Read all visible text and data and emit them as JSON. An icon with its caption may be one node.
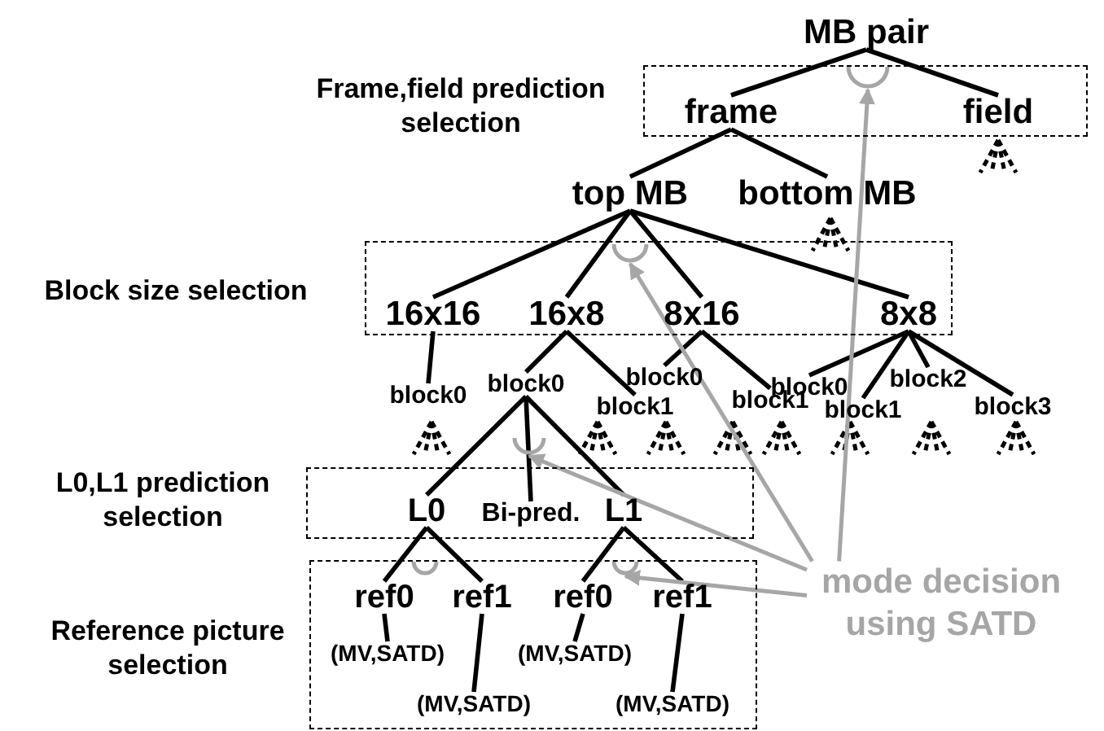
{
  "diagram": {
    "nodes": [
      {
        "text": [
          "MB pair"
        ]
      },
      {
        "text": [],
        "shape": "box"
      },
      {
        "text": [],
        "shape": "arc",
        "in": 1
      },
      {
        "text": [
          "frame"
        ],
        "in": 1
      },
      {
        "text": [
          "field"
        ],
        "in": 1
      },
      {
        "text": [
          "top MB"
        ]
      },
      {
        "text": [
          "bottom MB"
        ]
      },
      {
        "text": [],
        "shape": "box"
      },
      {
        "text": [],
        "shape": "arc",
        "in": 7
      },
      {
        "text": [
          "16x16"
        ],
        "in": 7
      },
      {
        "text": [
          "16x8"
        ],
        "in": 7
      },
      {
        "text": [
          "8x16"
        ],
        "in": 7
      },
      {
        "text": [
          "8x8"
        ],
        "in": 7
      },
      {
        "text": [
          "block0"
        ]
      },
      {
        "text": [
          "block0"
        ]
      },
      {
        "text": [
          "block1"
        ]
      },
      {
        "text": [
          "block0"
        ]
      },
      {
        "text": [
          "block1"
        ]
      },
      {
        "text": [
          "block0"
        ]
      },
      {
        "text": [
          "block1"
        ]
      },
      {
        "text": [
          "block2"
        ]
      },
      {
        "text": [
          "block3"
        ]
      },
      {
        "text": [],
        "shape": "arc"
      },
      {
        "text": [],
        "shape": "box"
      },
      {
        "text": [
          "L0"
        ],
        "in": 23
      },
      {
        "text": [
          "Bi-pred."
        ],
        "in": 23
      },
      {
        "text": [
          "L1"
        ],
        "in": 23
      },
      {
        "text": [],
        "shape": "box"
      },
      {
        "text": [],
        "shape": "arc",
        "in": 27
      },
      {
        "text": [],
        "shape": "arc",
        "in": 27
      },
      {
        "text": [
          "ref0"
        ],
        "in": 27
      },
      {
        "text": [
          "ref1"
        ],
        "in": 27
      },
      {
        "text": [
          "ref0"
        ],
        "in": 27
      },
      {
        "text": [
          "ref1"
        ],
        "in": 27
      },
      {
        "text": [
          "(MV,SATD)"
        ],
        "in": 27
      },
      {
        "text": [
          "(MV,SATD)"
        ],
        "in": 27
      },
      {
        "text": [
          "(MV,SATD)"
        ],
        "in": 27
      },
      {
        "text": [
          "(MV,SATD)"
        ],
        "in": 27
      },
      {
        "text": [
          "mode decision using SATD"
        ]
      }
    ],
    "edges": [
      {
        "from": 0,
        "to": 3,
        "arrow": "none"
      },
      {
        "from": 0,
        "to": 4,
        "arrow": "none"
      },
      {
        "from": 3,
        "to": 5,
        "arrow": "none"
      },
      {
        "from": 3,
        "to": 6,
        "arrow": "none"
      },
      {
        "from": 5,
        "to": 9,
        "arrow": "none"
      },
      {
        "from": 5,
        "to": 10,
        "arrow": "none"
      },
      {
        "from": 5,
        "to": 11,
        "arrow": "none"
      },
      {
        "from": 5,
        "to": 12,
        "arrow": "none"
      },
      {
        "from": 9,
        "to": 13,
        "arrow": "none"
      },
      {
        "from": 10,
        "to": 14,
        "arrow": "none"
      },
      {
        "from": 10,
        "to": 15,
        "arrow": "none"
      },
      {
        "from": 11,
        "to": 16,
        "arrow": "none"
      },
      {
        "from": 11,
        "to": 17,
        "arrow": "none"
      },
      {
        "from": 12,
        "to": 18,
        "arrow": "none"
      },
      {
        "from": 12,
        "to": 19,
        "arrow": "none"
      },
      {
        "from": 12,
        "to": 20,
        "arrow": "none"
      },
      {
        "from": 12,
        "to": 21,
        "arrow": "none"
      },
      {
        "from": 14,
        "to": 24,
        "arrow": "none"
      },
      {
        "from": 14,
        "to": 25,
        "arrow": "none"
      },
      {
        "from": 14,
        "to": 26,
        "arrow": "none"
      },
      {
        "from": 24,
        "to": 30,
        "arrow": "none"
      },
      {
        "from": 24,
        "to": 31,
        "arrow": "none"
      },
      {
        "from": 26,
        "to": 32,
        "arrow": "none"
      },
      {
        "from": 26,
        "to": 33,
        "arrow": "none"
      },
      {
        "from": 30,
        "to": 34,
        "arrow": "none"
      },
      {
        "from": 31,
        "to": 35,
        "arrow": "none"
      },
      {
        "from": 32,
        "to": 36,
        "arrow": "none"
      },
      {
        "from": 33,
        "to": 37,
        "arrow": "none"
      },
      {
        "from": 38,
        "to": 2,
        "arrow": "to",
        "color": "#a6a6a6"
      },
      {
        "from": 38,
        "to": 8,
        "arrow": "to",
        "color": "#a6a6a6"
      },
      {
        "from": 38,
        "to": 22,
        "arrow": "to",
        "color": "#a6a6a6"
      },
      {
        "from": 38,
        "to": 29,
        "arrow": "to",
        "color": "#a6a6a6"
      }
    ],
    "labels": [
      "Frame,field prediction selection",
      "Block size selection",
      "L0,L1 prediction selection",
      "Reference picture selection"
    ]
  }
}
